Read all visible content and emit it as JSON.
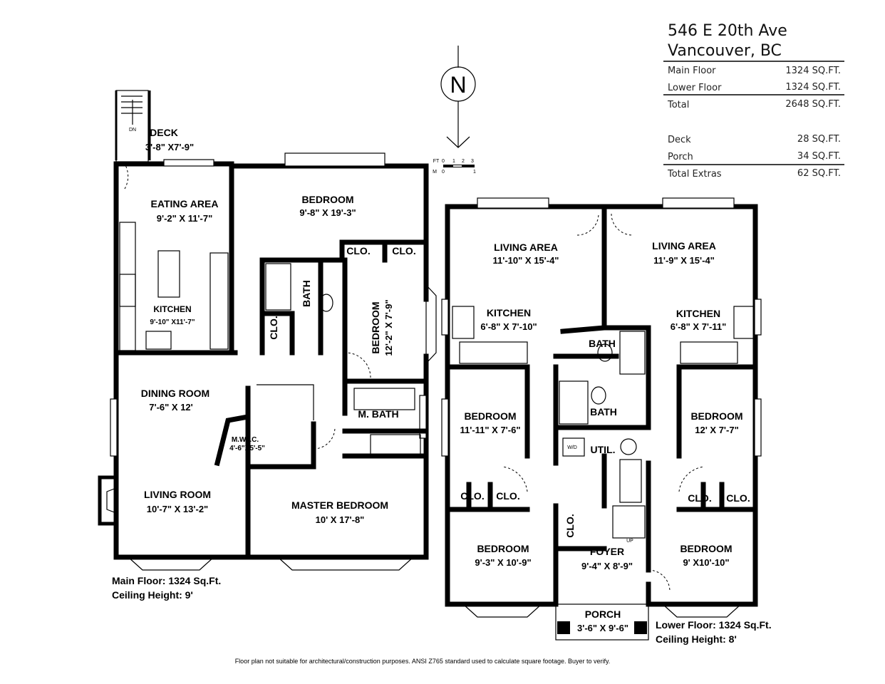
{
  "address": {
    "line1": "546 E 20th Ave",
    "line2": "Vancouver, BC"
  },
  "area_table": {
    "rows": [
      {
        "label": "Main Floor",
        "value": "1324 SQ.FT."
      },
      {
        "label": "Lower Floor",
        "value": "1324 SQ.FT."
      },
      {
        "label": "Total",
        "value": "2648 SQ.FT."
      },
      {
        "label": "Deck",
        "value": "28 SQ.FT."
      },
      {
        "label": "Porch",
        "value": "34 SQ.FT."
      },
      {
        "label": "Total Extras",
        "value": "62 SQ.FT."
      }
    ]
  },
  "compass": {
    "letter": "N"
  },
  "scale": {
    "ft_label": "FT",
    "ft_ticks": [
      "0",
      "1",
      "2",
      "3"
    ],
    "m_label": "M",
    "m_ticks": [
      "0",
      "1"
    ]
  },
  "main_floor": {
    "rooms": [
      {
        "name": "DECK",
        "dims": "3'-8\" X7'-9\""
      },
      {
        "name": "EATING AREA",
        "dims": "9'-2\" X 11'-7\""
      },
      {
        "name": "BEDROOM",
        "dims": "9'-8\" X 19'-3\""
      },
      {
        "name": "KITCHEN",
        "dims": "9'-10\" X11'-7\""
      },
      {
        "name": "BEDROOM",
        "dims": "12'-2\" X 7'-9\""
      },
      {
        "name": "DINING ROOM",
        "dims": "7'-6\" X 12'"
      },
      {
        "name": "M.W.I.C.",
        "dims": "4'-6\"X5'-5\""
      },
      {
        "name": "LIVING ROOM",
        "dims": "10'-7\" X 13'-2\""
      },
      {
        "name": "MASTER BEDROOM",
        "dims": "10' X 17'-8\""
      }
    ],
    "small_labels": {
      "clo1": "CLO.",
      "clo2": "CLO.",
      "clo3": "CLO.",
      "bath": "BATH",
      "mbath": "M. BATH",
      "dn": "DN"
    },
    "note": {
      "area": "Main Floor: 1324 Sq.Ft.",
      "ceiling": "Ceiling Height: 9'"
    }
  },
  "lower_floor": {
    "rooms": [
      {
        "name": "LIVING AREA",
        "dims": "11'-10\" X 15'-4\""
      },
      {
        "name": "LIVING AREA",
        "dims": "11'-9\" X 15'-4\""
      },
      {
        "name": "KITCHEN",
        "dims": "6'-8\" X 7'-10\""
      },
      {
        "name": "KITCHEN",
        "dims": "6'-8\" X 7'-11\""
      },
      {
        "name": "BEDROOM",
        "dims": "11'-11\" X 7'-6\""
      },
      {
        "name": "BEDROOM",
        "dims": "12' X 7'-7\""
      },
      {
        "name": "BEDROOM",
        "dims": "9'-3\" X 10'-9\""
      },
      {
        "name": "FOYER",
        "dims": "9'-4\" X 8'-9\""
      },
      {
        "name": "BEDROOM",
        "dims": "9' X10'-10\""
      },
      {
        "name": "PORCH",
        "dims": "3'-6\" X 9'-6\""
      }
    ],
    "small_labels": {
      "bath1": "BATH",
      "bath2": "BATH",
      "util": "UTIL.",
      "clo1": "CLO.",
      "clo2": "CLO.",
      "clo3": "CLO.",
      "clo4": "CLO.",
      "clo5": "CLO.",
      "wd": "W/D",
      "up": "UP"
    },
    "note": {
      "area": "Lower Floor: 1324 Sq.Ft.",
      "ceiling": "Ceiling Height: 8'"
    }
  },
  "footer": "Floor plan not suitable for architectural/construction purposes. ANSI Z765 standard used to calculate square footage. Buyer to verify."
}
